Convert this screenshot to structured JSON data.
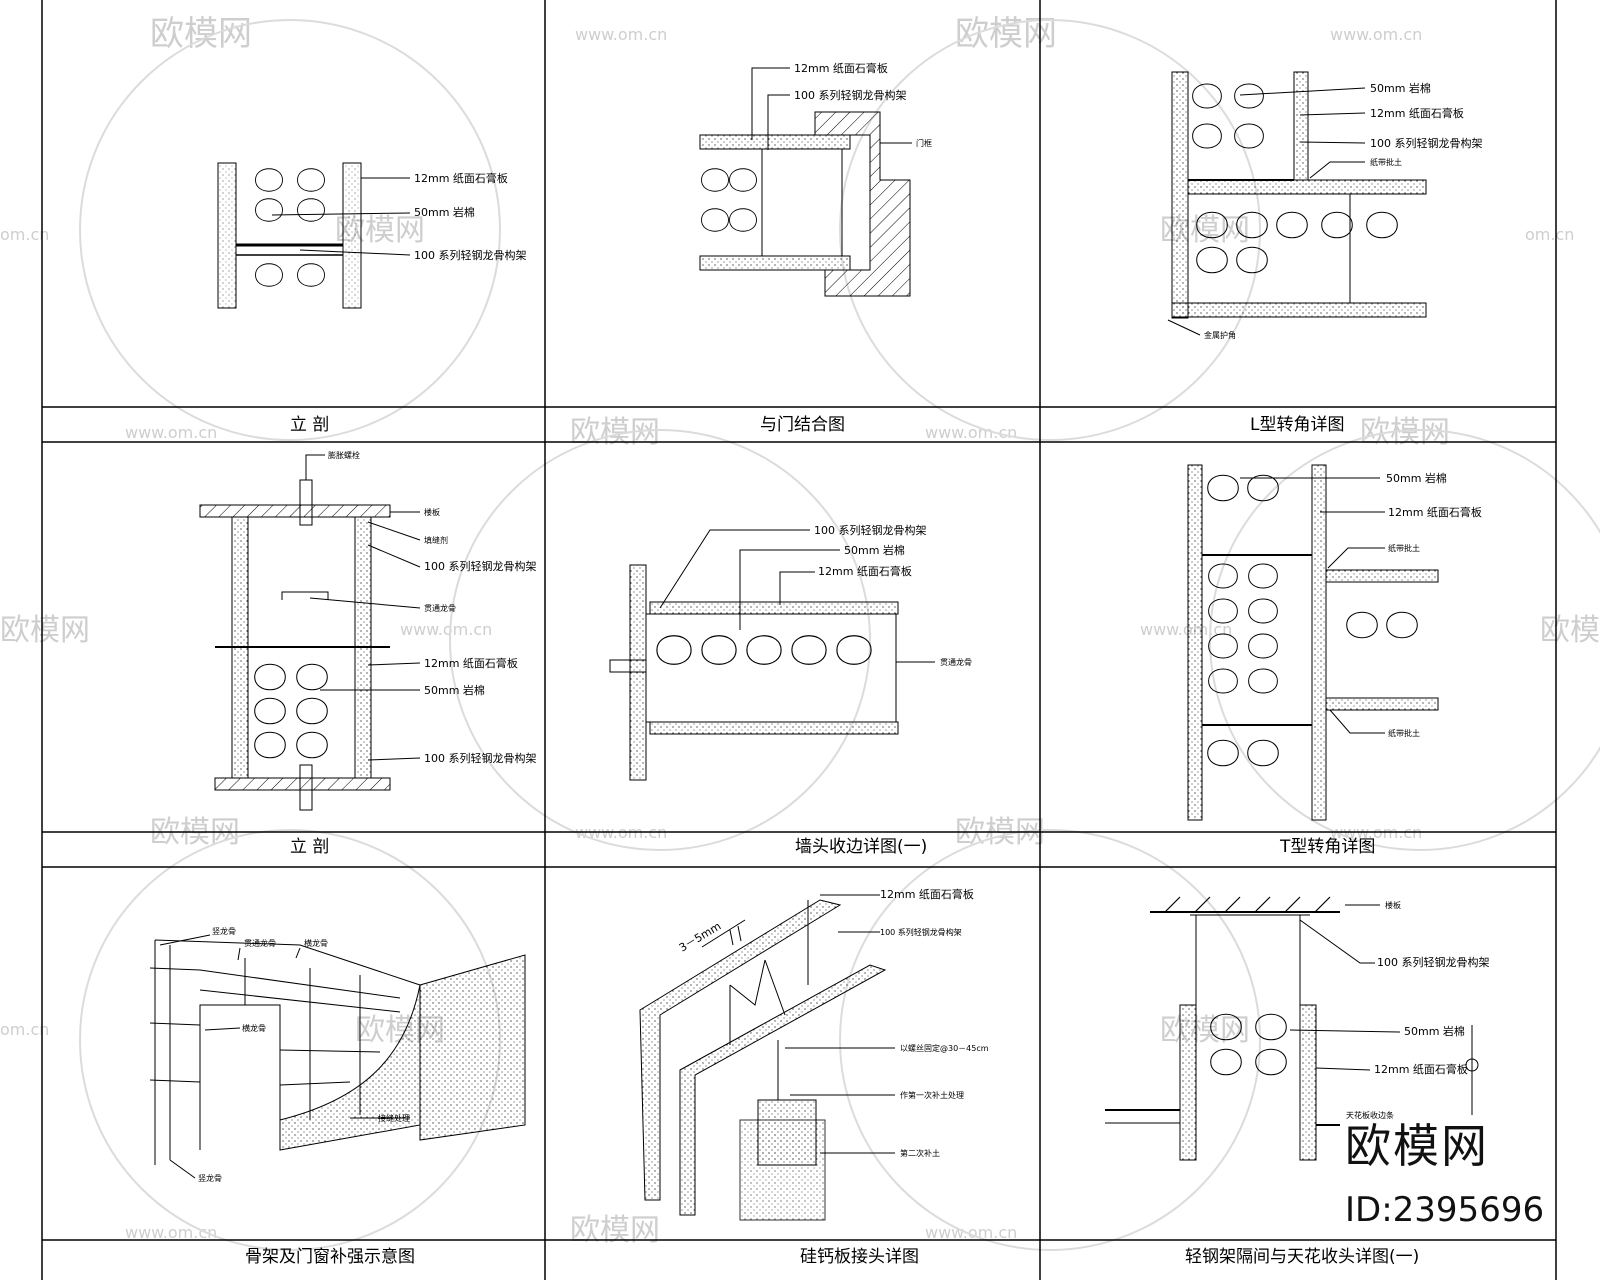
{
  "panels": [
    {
      "title": "立  剖",
      "labels": [
        "12mm 纸面石膏板",
        "50mm 岩棉",
        "100 系列轻钢龙骨构架"
      ]
    },
    {
      "title": "与门结合图",
      "labels": [
        "12mm 纸面石膏板",
        "100 系列轻钢龙骨构架",
        "门框"
      ]
    },
    {
      "title": "L型转角详图",
      "labels": [
        "50mm 岩棉",
        "12mm 纸面石膏板",
        "100 系列轻钢龙骨构架",
        "纸带批土",
        "金属护角"
      ]
    },
    {
      "title": "立  剖",
      "labels": [
        "膨胀螺栓",
        "楼板",
        "填缝剂",
        "100 系列轻钢龙骨构架",
        "贯通龙骨",
        "12mm 纸面石膏板",
        "50mm 岩棉",
        "100 系列轻钢龙骨构架"
      ]
    },
    {
      "title": "墙头收边详图(一)",
      "labels": [
        "100 系列轻钢龙骨构架",
        "50mm 岩棉",
        "12mm 纸面石膏板",
        "贯通龙骨"
      ]
    },
    {
      "title": "T型转角详图",
      "labels": [
        "50mm 岩棉",
        "12mm 纸面石膏板",
        "纸带批土",
        "纸带批土"
      ]
    },
    {
      "title": "骨架及门窗补强示意图",
      "labels": [
        "竖龙骨",
        "贯通龙骨",
        "横龙骨",
        "横龙骨",
        "接缝处理",
        "竖龙骨"
      ]
    },
    {
      "title": "硅钙板接头详图",
      "labels": [
        "3－5mm",
        "12mm 纸面石膏板",
        "100 系列轻钢龙骨构架",
        "以螺丝固定@30－45cm",
        "作第一次补土处理",
        "第二次补土"
      ]
    },
    {
      "title": "轻钢架隔间与天花收头详图(一)",
      "labels": [
        "楼板",
        "100 系列轻钢龙骨构架",
        "50mm 岩棉",
        "12mm 纸面石膏板",
        "天花板收边条"
      ]
    }
  ],
  "watermark": {
    "brand": "欧模网",
    "site": "www.om.cn",
    "site_short": "om.cn",
    "id": "ID:2395696"
  }
}
